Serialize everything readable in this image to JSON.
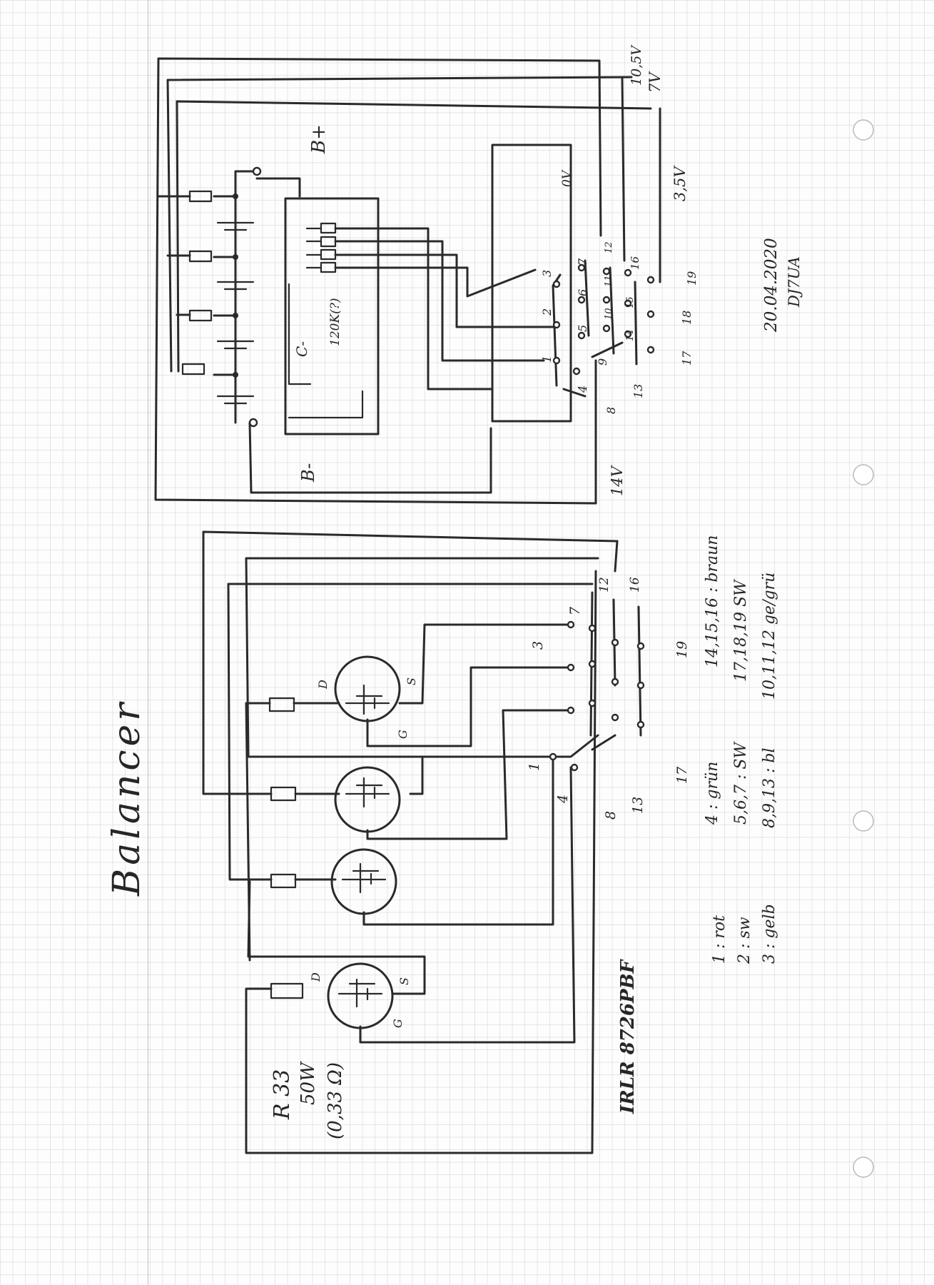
{
  "title": "Balancer",
  "date": "20.04.2020",
  "author": "DJ7UA",
  "top_schematic": {
    "voltages": [
      "10,5V",
      "7V",
      "3,5V",
      "14V",
      "0V"
    ],
    "labels": {
      "b_plus": "B+",
      "b_minus": "B-",
      "c_minus": "C-",
      "resistors": "120K(?)"
    },
    "pins": [
      "1",
      "2",
      "3",
      "4",
      "5",
      "6",
      "7",
      "8",
      "9",
      "10",
      "11",
      "12",
      "13",
      "14",
      "15",
      "16",
      "17",
      "18",
      "19"
    ]
  },
  "bottom_schematic": {
    "resistor_label": [
      "R 33",
      "50W",
      "(0,33 Ω)"
    ],
    "transistor_label": "IRLR 8726PBF",
    "terminal_labels": {
      "drain": "D",
      "source": "S",
      "gate": "G"
    },
    "pins": [
      "1",
      "3",
      "4",
      "7",
      "8",
      "12",
      "13",
      "16",
      "17",
      "19"
    ]
  },
  "legend": [
    "1 : rot",
    "2 : sw",
    "3 : gelb",
    "4 : grün",
    "5,6,7 : SW",
    "8,9,13 : bl",
    "14,15,16 : braun",
    "17,18,19  SW",
    "10,11,12  ge/grü"
  ]
}
